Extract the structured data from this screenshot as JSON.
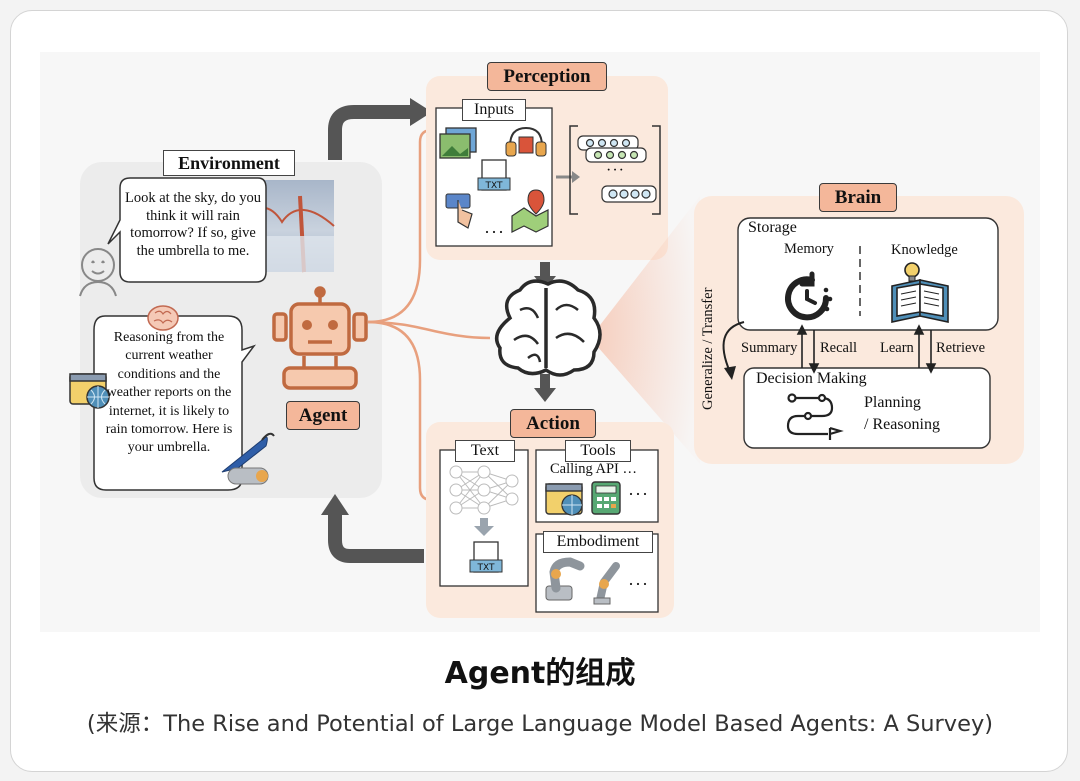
{
  "environment": {
    "title": "Environment",
    "question": "Look at the sky, do you think it will rain tomorrow? If so, give the umbrella to me.",
    "reply": "Reasoning from the current weather conditions and the weather reports on the internet, it is likely to rain tomorrow. Here is your umbrella."
  },
  "agent": {
    "label": "Agent"
  },
  "perception": {
    "title": "Perception",
    "inputs_label": "Inputs",
    "dots": "···"
  },
  "brain": {
    "title": "Brain",
    "storage_label": "Storage",
    "memory_label": "Memory",
    "knowledge_label": "Knowledge",
    "summary_label": "Summary",
    "recall_label": "Recall",
    "learn_label": "Learn",
    "retrieve_label": "Retrieve",
    "decision_label": "Decision Making",
    "planning_label": "Planning",
    "reasoning_label": "/ Reasoning",
    "generalize_label": "Generalize / Transfer"
  },
  "action": {
    "title": "Action",
    "text_label": "Text",
    "tools_label": "Tools",
    "calling_api": "Calling API …",
    "embodiment_label": "Embodiment",
    "dots": "···"
  },
  "caption": {
    "title": "Agent的组成",
    "source": "(来源：The Rise and Potential of Large Language Model Based Agents: A Survey)"
  },
  "colors": {
    "accent": "#f4b79a",
    "panel_bg": "#fbe9dd",
    "env_bg": "#ececec",
    "arrow": "#555555",
    "agent_orange": "#d37a4e"
  }
}
